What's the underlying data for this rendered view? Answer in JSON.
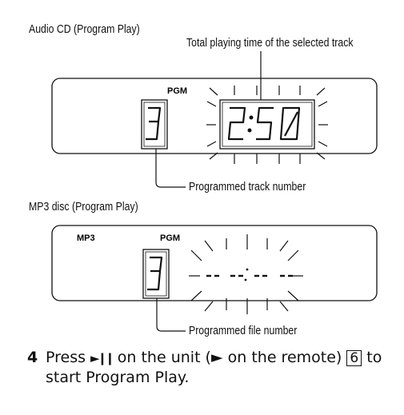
{
  "section_audio": {
    "title": "Audio CD (Program Play)",
    "callout_time": "Total playing time of the selected track",
    "pgm_label": "PGM",
    "track_digit": "3",
    "time_display": "2:50",
    "callout_track": "Programmed track number"
  },
  "section_mp3": {
    "title": "MP3 disc (Program Play)",
    "mp3_label": "MP3",
    "pgm_label": "PGM",
    "file_digit": "3",
    "time_display": "-- --:-- --",
    "callout_file": "Programmed file number"
  },
  "step": {
    "number": "4",
    "text_before": "Press ",
    "play_pause_symbol": "►❙❙",
    "text_middle": " on the unit (",
    "remote_symbol": "►",
    "text_after_symbol": " on the remote) ",
    "ref_number": "6",
    "text_end": " to start Program Play."
  }
}
